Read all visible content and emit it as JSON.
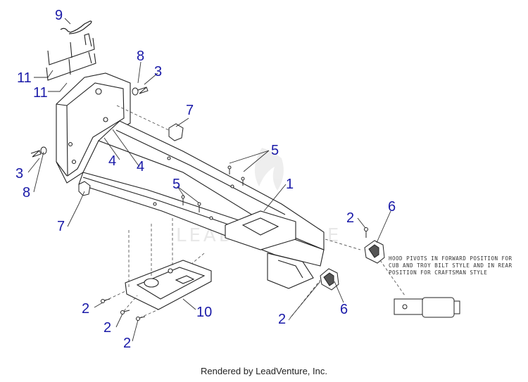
{
  "diagram": {
    "callouts": [
      {
        "id": "c9",
        "label": "9"
      },
      {
        "id": "c11a",
        "label": "11"
      },
      {
        "id": "c11b",
        "label": "11"
      },
      {
        "id": "c8a",
        "label": "8"
      },
      {
        "id": "c3a",
        "label": "3"
      },
      {
        "id": "c7a",
        "label": "7"
      },
      {
        "id": "c4a",
        "label": "4"
      },
      {
        "id": "c4b",
        "label": "4"
      },
      {
        "id": "c5a",
        "label": "5"
      },
      {
        "id": "c3b",
        "label": "3"
      },
      {
        "id": "c8b",
        "label": "8"
      },
      {
        "id": "c5b",
        "label": "5"
      },
      {
        "id": "c1",
        "label": "1"
      },
      {
        "id": "c7b",
        "label": "7"
      },
      {
        "id": "c2a",
        "label": "2"
      },
      {
        "id": "c6a",
        "label": "6"
      },
      {
        "id": "c2b",
        "label": "2"
      },
      {
        "id": "c2c",
        "label": "2"
      },
      {
        "id": "c10",
        "label": "10"
      },
      {
        "id": "c2d",
        "label": "2"
      },
      {
        "id": "c2e",
        "label": "2"
      },
      {
        "id": "c6b",
        "label": "6"
      }
    ],
    "note_lines": [
      "HOOD PIVOTS IN FORWARD POSITION FOR",
      "CUB AND TROY BILT STYLE AND IN REAR",
      "POSITION FOR CRAFTSMAN STYLE"
    ],
    "watermark": "LEADVENTURE"
  },
  "footer": {
    "text": "Rendered by LeadVenture, Inc."
  },
  "colors": {
    "callout": "#1a1aa8",
    "line": "#222222",
    "watermark": "#e6e6e6"
  }
}
